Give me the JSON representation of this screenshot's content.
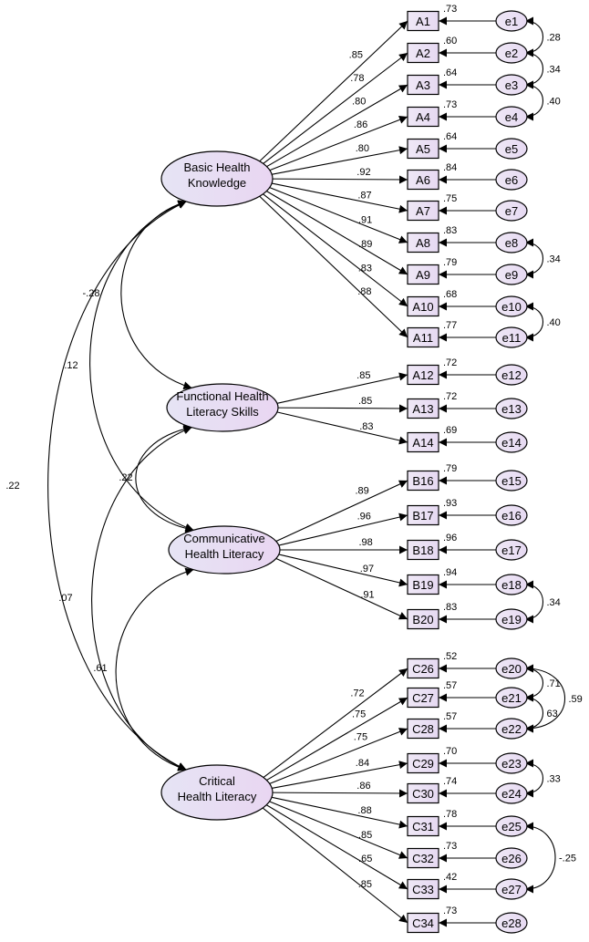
{
  "colors": {
    "node_fill_light": "#ece4f4",
    "node_fill": "#e3d7f0",
    "latent_fill": "#ddd0ef",
    "stroke": "#000000"
  },
  "latents": [
    {
      "id": "BHK",
      "lines": [
        "Basic Health",
        "Knowledge"
      ]
    },
    {
      "id": "FHL",
      "lines": [
        "Functional Health",
        "Literacy Skills"
      ]
    },
    {
      "id": "COM",
      "lines": [
        "Communicative",
        "Health Literacy"
      ]
    },
    {
      "id": "CRI",
      "lines": [
        "Critical",
        "Health Literacy"
      ]
    }
  ],
  "indicators": [
    {
      "name": "A1",
      "factor": "BHK",
      "loading": ".85",
      "r2": ".73",
      "error": "e1"
    },
    {
      "name": "A2",
      "factor": "BHK",
      "loading": ".78",
      "r2": ".60",
      "error": "e2"
    },
    {
      "name": "A3",
      "factor": "BHK",
      "loading": ".80",
      "r2": ".64",
      "error": "e3"
    },
    {
      "name": "A4",
      "factor": "BHK",
      "loading": ".86",
      "r2": ".73",
      "error": "e4"
    },
    {
      "name": "A5",
      "factor": "BHK",
      "loading": ".80",
      "r2": ".64",
      "error": "e5"
    },
    {
      "name": "A6",
      "factor": "BHK",
      "loading": ".92",
      "r2": ".84",
      "error": "e6"
    },
    {
      "name": "A7",
      "factor": "BHK",
      "loading": ".87",
      "r2": ".75",
      "error": "e7"
    },
    {
      "name": "A8",
      "factor": "BHK",
      "loading": ".91",
      "r2": ".83",
      "error": "e8"
    },
    {
      "name": "A9",
      "factor": "BHK",
      "loading": ".89",
      "r2": ".79",
      "error": "e9"
    },
    {
      "name": "A10",
      "factor": "BHK",
      "loading": ".83",
      "r2": ".68",
      "error": "e10"
    },
    {
      "name": "A11",
      "factor": "BHK",
      "loading": ".88",
      "r2": ".77",
      "error": "e11"
    },
    {
      "name": "A12",
      "factor": "FHL",
      "loading": ".85",
      "r2": ".72",
      "error": "e12"
    },
    {
      "name": "A13",
      "factor": "FHL",
      "loading": ".85",
      "r2": ".72",
      "error": "e13"
    },
    {
      "name": "A14",
      "factor": "FHL",
      "loading": ".83",
      "r2": ".69",
      "error": "e14"
    },
    {
      "name": "B16",
      "factor": "COM",
      "loading": ".89",
      "r2": ".79",
      "error": "e15"
    },
    {
      "name": "B17",
      "factor": "COM",
      "loading": ".96",
      "r2": ".93",
      "error": "e16"
    },
    {
      "name": "B18",
      "factor": "COM",
      "loading": ".98",
      "r2": ".96",
      "error": "e17"
    },
    {
      "name": "B19",
      "factor": "COM",
      "loading": ".97",
      "r2": ".94",
      "error": "e18"
    },
    {
      "name": "B20",
      "factor": "COM",
      "loading": ".91",
      "r2": ".83",
      "error": "e19"
    },
    {
      "name": "C26",
      "factor": "CRI",
      "loading": ".72",
      "r2": ".52",
      "error": "e20"
    },
    {
      "name": "C27",
      "factor": "CRI",
      "loading": ".75",
      "r2": ".57",
      "error": "e21"
    },
    {
      "name": "C28",
      "factor": "CRI",
      "loading": ".75",
      "r2": ".57",
      "error": "e22"
    },
    {
      "name": "C29",
      "factor": "CRI",
      "loading": ".84",
      "r2": ".70",
      "error": "e23"
    },
    {
      "name": "C30",
      "factor": "CRI",
      "loading": ".86",
      "r2": ".74",
      "error": "e24"
    },
    {
      "name": "C31",
      "factor": "CRI",
      "loading": ".88",
      "r2": ".78",
      "error": "e25"
    },
    {
      "name": "C32",
      "factor": "CRI",
      "loading": ".85",
      "r2": ".73",
      "error": "e26"
    },
    {
      "name": "C33",
      "factor": "CRI",
      "loading": ".65",
      "r2": ".42",
      "error": "e27"
    },
    {
      "name": "C34",
      "factor": "CRI",
      "loading": ".85",
      "r2": ".73",
      "error": "e28"
    }
  ],
  "error_covariances": [
    {
      "from": "e1",
      "to": "e2",
      "value": ".28"
    },
    {
      "from": "e2",
      "to": "e3",
      "value": ".34"
    },
    {
      "from": "e3",
      "to": "e4",
      "value": ".40"
    },
    {
      "from": "e8",
      "to": "e9",
      "value": ".34"
    },
    {
      "from": "e10",
      "to": "e11",
      "value": ".40"
    },
    {
      "from": "e18",
      "to": "e19",
      "value": ".34"
    },
    {
      "from": "e20",
      "to": "e21",
      "value": ".71"
    },
    {
      "from": "e21",
      "to": "e22",
      "value": "63"
    },
    {
      "from": "e20",
      "to": "e22",
      "value": ".59"
    },
    {
      "from": "e23",
      "to": "e24",
      "value": ".33"
    },
    {
      "from": "e25",
      "to": "e27",
      "value": "-.25"
    }
  ],
  "factor_correlations": [
    {
      "from": "BHK",
      "to": "FHL",
      "value": "-.28"
    },
    {
      "from": "BHK",
      "to": "COM",
      "value": ".12"
    },
    {
      "from": "BHK",
      "to": "CRI",
      "value": ".22"
    },
    {
      "from": "FHL",
      "to": "COM",
      "value": ".22"
    },
    {
      "from": "FHL",
      "to": "CRI",
      "value": ".07"
    },
    {
      "from": "COM",
      "to": "CRI",
      "value": ".61"
    }
  ]
}
